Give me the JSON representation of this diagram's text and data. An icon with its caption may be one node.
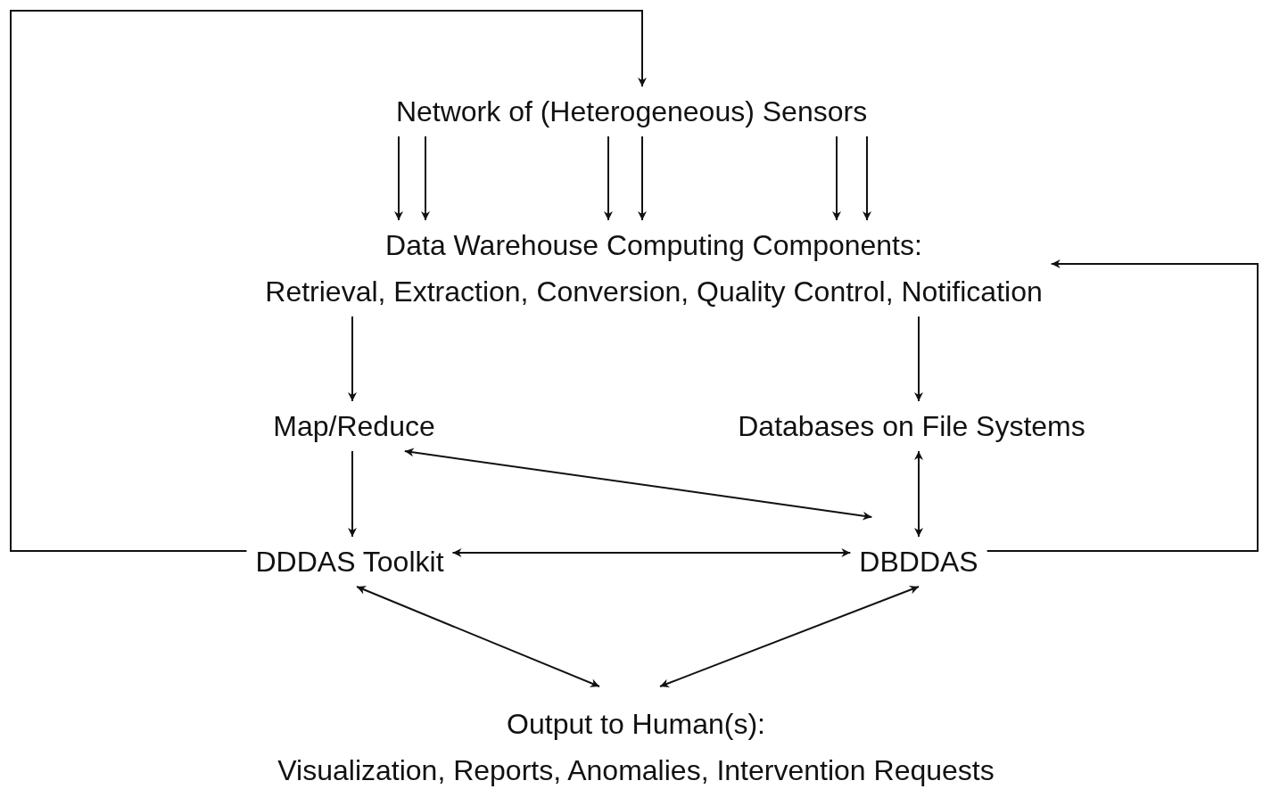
{
  "diagram": {
    "nodes": [
      {
        "text": [
          "Network of (Heterogeneous) Sensors"
        ]
      },
      {
        "text": [
          "Data Warehouse Computing Components:",
          "Retrieval, Extraction, Conversion, Quality Control, Notification"
        ]
      },
      {
        "text": [
          "Map/Reduce"
        ]
      },
      {
        "text": [
          "Databases on File Systems"
        ]
      },
      {
        "text": [
          "DDDAS Toolkit"
        ]
      },
      {
        "text": [
          "DBDDAS"
        ]
      },
      {
        "text": [
          "Output to Human(s):",
          "Visualization, Reports, Anomalies, Intervention Requests"
        ]
      }
    ],
    "edges": [
      {
        "from": 0,
        "to": 1,
        "arrow": "to"
      },
      {
        "from": 0,
        "to": 1,
        "arrow": "to"
      },
      {
        "from": 0,
        "to": 1,
        "arrow": "to"
      },
      {
        "from": 0,
        "to": 1,
        "arrow": "to"
      },
      {
        "from": 0,
        "to": 1,
        "arrow": "to"
      },
      {
        "from": 0,
        "to": 1,
        "arrow": "to"
      },
      {
        "from": 1,
        "to": 2,
        "arrow": "to"
      },
      {
        "from": 1,
        "to": 3,
        "arrow": "to"
      },
      {
        "from": 2,
        "to": 4,
        "arrow": "to"
      },
      {
        "from": 2,
        "to": 5,
        "arrow": "both"
      },
      {
        "from": 3,
        "to": 5,
        "arrow": "both"
      },
      {
        "from": 4,
        "to": 5,
        "arrow": "both"
      },
      {
        "from": 4,
        "to": 6,
        "arrow": "both"
      },
      {
        "from": 5,
        "to": 6,
        "arrow": "both"
      },
      {
        "from": 4,
        "to": 0,
        "arrow": "to"
      },
      {
        "from": 5,
        "to": 1,
        "arrow": "to"
      }
    ]
  }
}
